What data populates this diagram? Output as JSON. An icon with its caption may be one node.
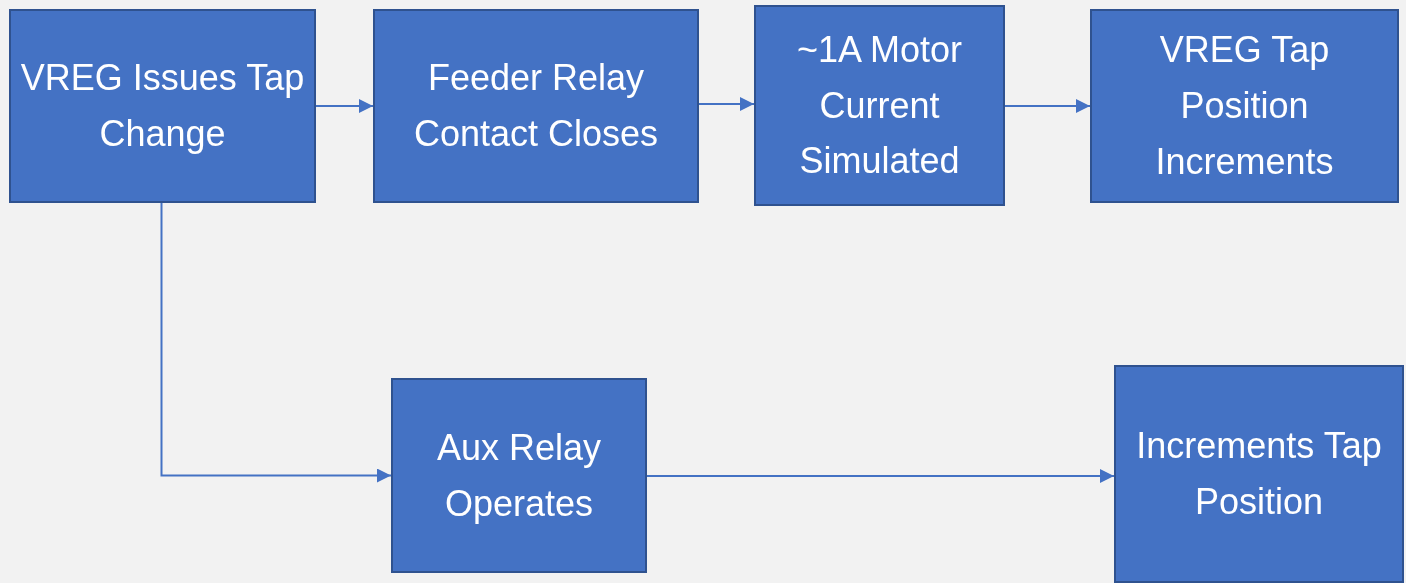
{
  "diagram": {
    "nodes": [
      {
        "text": [
          "VREG Issues Tap Change"
        ]
      },
      {
        "text": [
          "Feeder Relay Contact Closes"
        ]
      },
      {
        "text": [
          "~1A Motor Current Simulated"
        ]
      },
      {
        "text": [
          "VREG Tap Position Increments"
        ]
      },
      {
        "text": [
          "Aux Relay Operates"
        ]
      },
      {
        "text": [
          "Increments Tap Position"
        ]
      }
    ],
    "edges": [
      {
        "from": 0,
        "to": 1,
        "arrow": "to"
      },
      {
        "from": 1,
        "to": 2,
        "arrow": "to"
      },
      {
        "from": 2,
        "to": 3,
        "arrow": "to"
      },
      {
        "from": 0,
        "to": 4,
        "arrow": "to"
      },
      {
        "from": 4,
        "to": 5,
        "arrow": "to"
      }
    ]
  }
}
